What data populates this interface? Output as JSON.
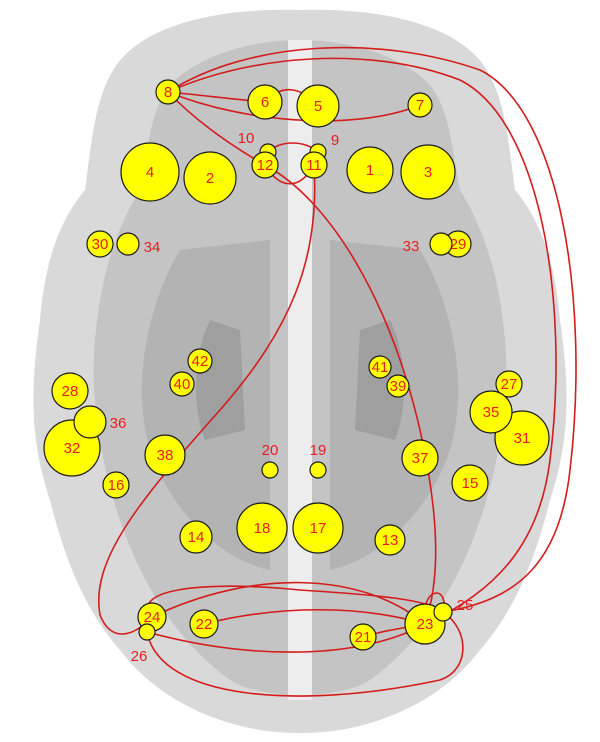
{
  "colors": {
    "node_fill": "#ffff00",
    "node_stroke": "#1a1a1a",
    "edge": "#d41c1c",
    "label": "#e81e1e",
    "brain": "#c8c8c8"
  },
  "nodes": [
    {
      "id": "1",
      "label": "1"
    },
    {
      "id": "2",
      "label": "2"
    },
    {
      "id": "3",
      "label": "3"
    },
    {
      "id": "4",
      "label": "4"
    },
    {
      "id": "5",
      "label": "5"
    },
    {
      "id": "6",
      "label": "6"
    },
    {
      "id": "7",
      "label": "7"
    },
    {
      "id": "8",
      "label": "8"
    },
    {
      "id": "9",
      "label": "9"
    },
    {
      "id": "10",
      "label": "10"
    },
    {
      "id": "11",
      "label": "11"
    },
    {
      "id": "12",
      "label": "12"
    },
    {
      "id": "13",
      "label": "13"
    },
    {
      "id": "14",
      "label": "14"
    },
    {
      "id": "15",
      "label": "15"
    },
    {
      "id": "16",
      "label": "16"
    },
    {
      "id": "17",
      "label": "17"
    },
    {
      "id": "18",
      "label": "18"
    },
    {
      "id": "19",
      "label": "19"
    },
    {
      "id": "20",
      "label": "20"
    },
    {
      "id": "21",
      "label": "21"
    },
    {
      "id": "22",
      "label": "22"
    },
    {
      "id": "23",
      "label": "23"
    },
    {
      "id": "24",
      "label": "24"
    },
    {
      "id": "25",
      "label": "25"
    },
    {
      "id": "26",
      "label": "26"
    },
    {
      "id": "27",
      "label": "27"
    },
    {
      "id": "28",
      "label": "28"
    },
    {
      "id": "29",
      "label": "29"
    },
    {
      "id": "30",
      "label": "30"
    },
    {
      "id": "31",
      "label": "31"
    },
    {
      "id": "32",
      "label": "32"
    },
    {
      "id": "33",
      "label": "33"
    },
    {
      "id": "34",
      "label": "34"
    },
    {
      "id": "35",
      "label": "35"
    },
    {
      "id": "36",
      "label": "36"
    },
    {
      "id": "37",
      "label": "37"
    },
    {
      "id": "38",
      "label": "38"
    },
    {
      "id": "39",
      "label": "39"
    },
    {
      "id": "40",
      "label": "40"
    },
    {
      "id": "41",
      "label": "41"
    },
    {
      "id": "42",
      "label": "42"
    }
  ],
  "edges": [
    {
      "from": "8",
      "to": "25"
    },
    {
      "from": "8",
      "to": "23"
    },
    {
      "from": "8",
      "to": "6"
    },
    {
      "from": "8",
      "to": "12"
    },
    {
      "from": "6",
      "to": "5"
    },
    {
      "from": "7",
      "to": "8"
    },
    {
      "from": "12",
      "to": "11"
    },
    {
      "from": "10",
      "to": "9"
    },
    {
      "from": "11",
      "to": "24"
    },
    {
      "from": "12",
      "to": "23"
    },
    {
      "from": "24",
      "to": "23"
    },
    {
      "from": "26",
      "to": "23"
    },
    {
      "from": "24",
      "to": "25"
    },
    {
      "from": "22",
      "to": "23"
    },
    {
      "from": "21",
      "to": "23"
    },
    {
      "from": "23",
      "to": "25"
    },
    {
      "from": "26",
      "to": "25"
    }
  ]
}
